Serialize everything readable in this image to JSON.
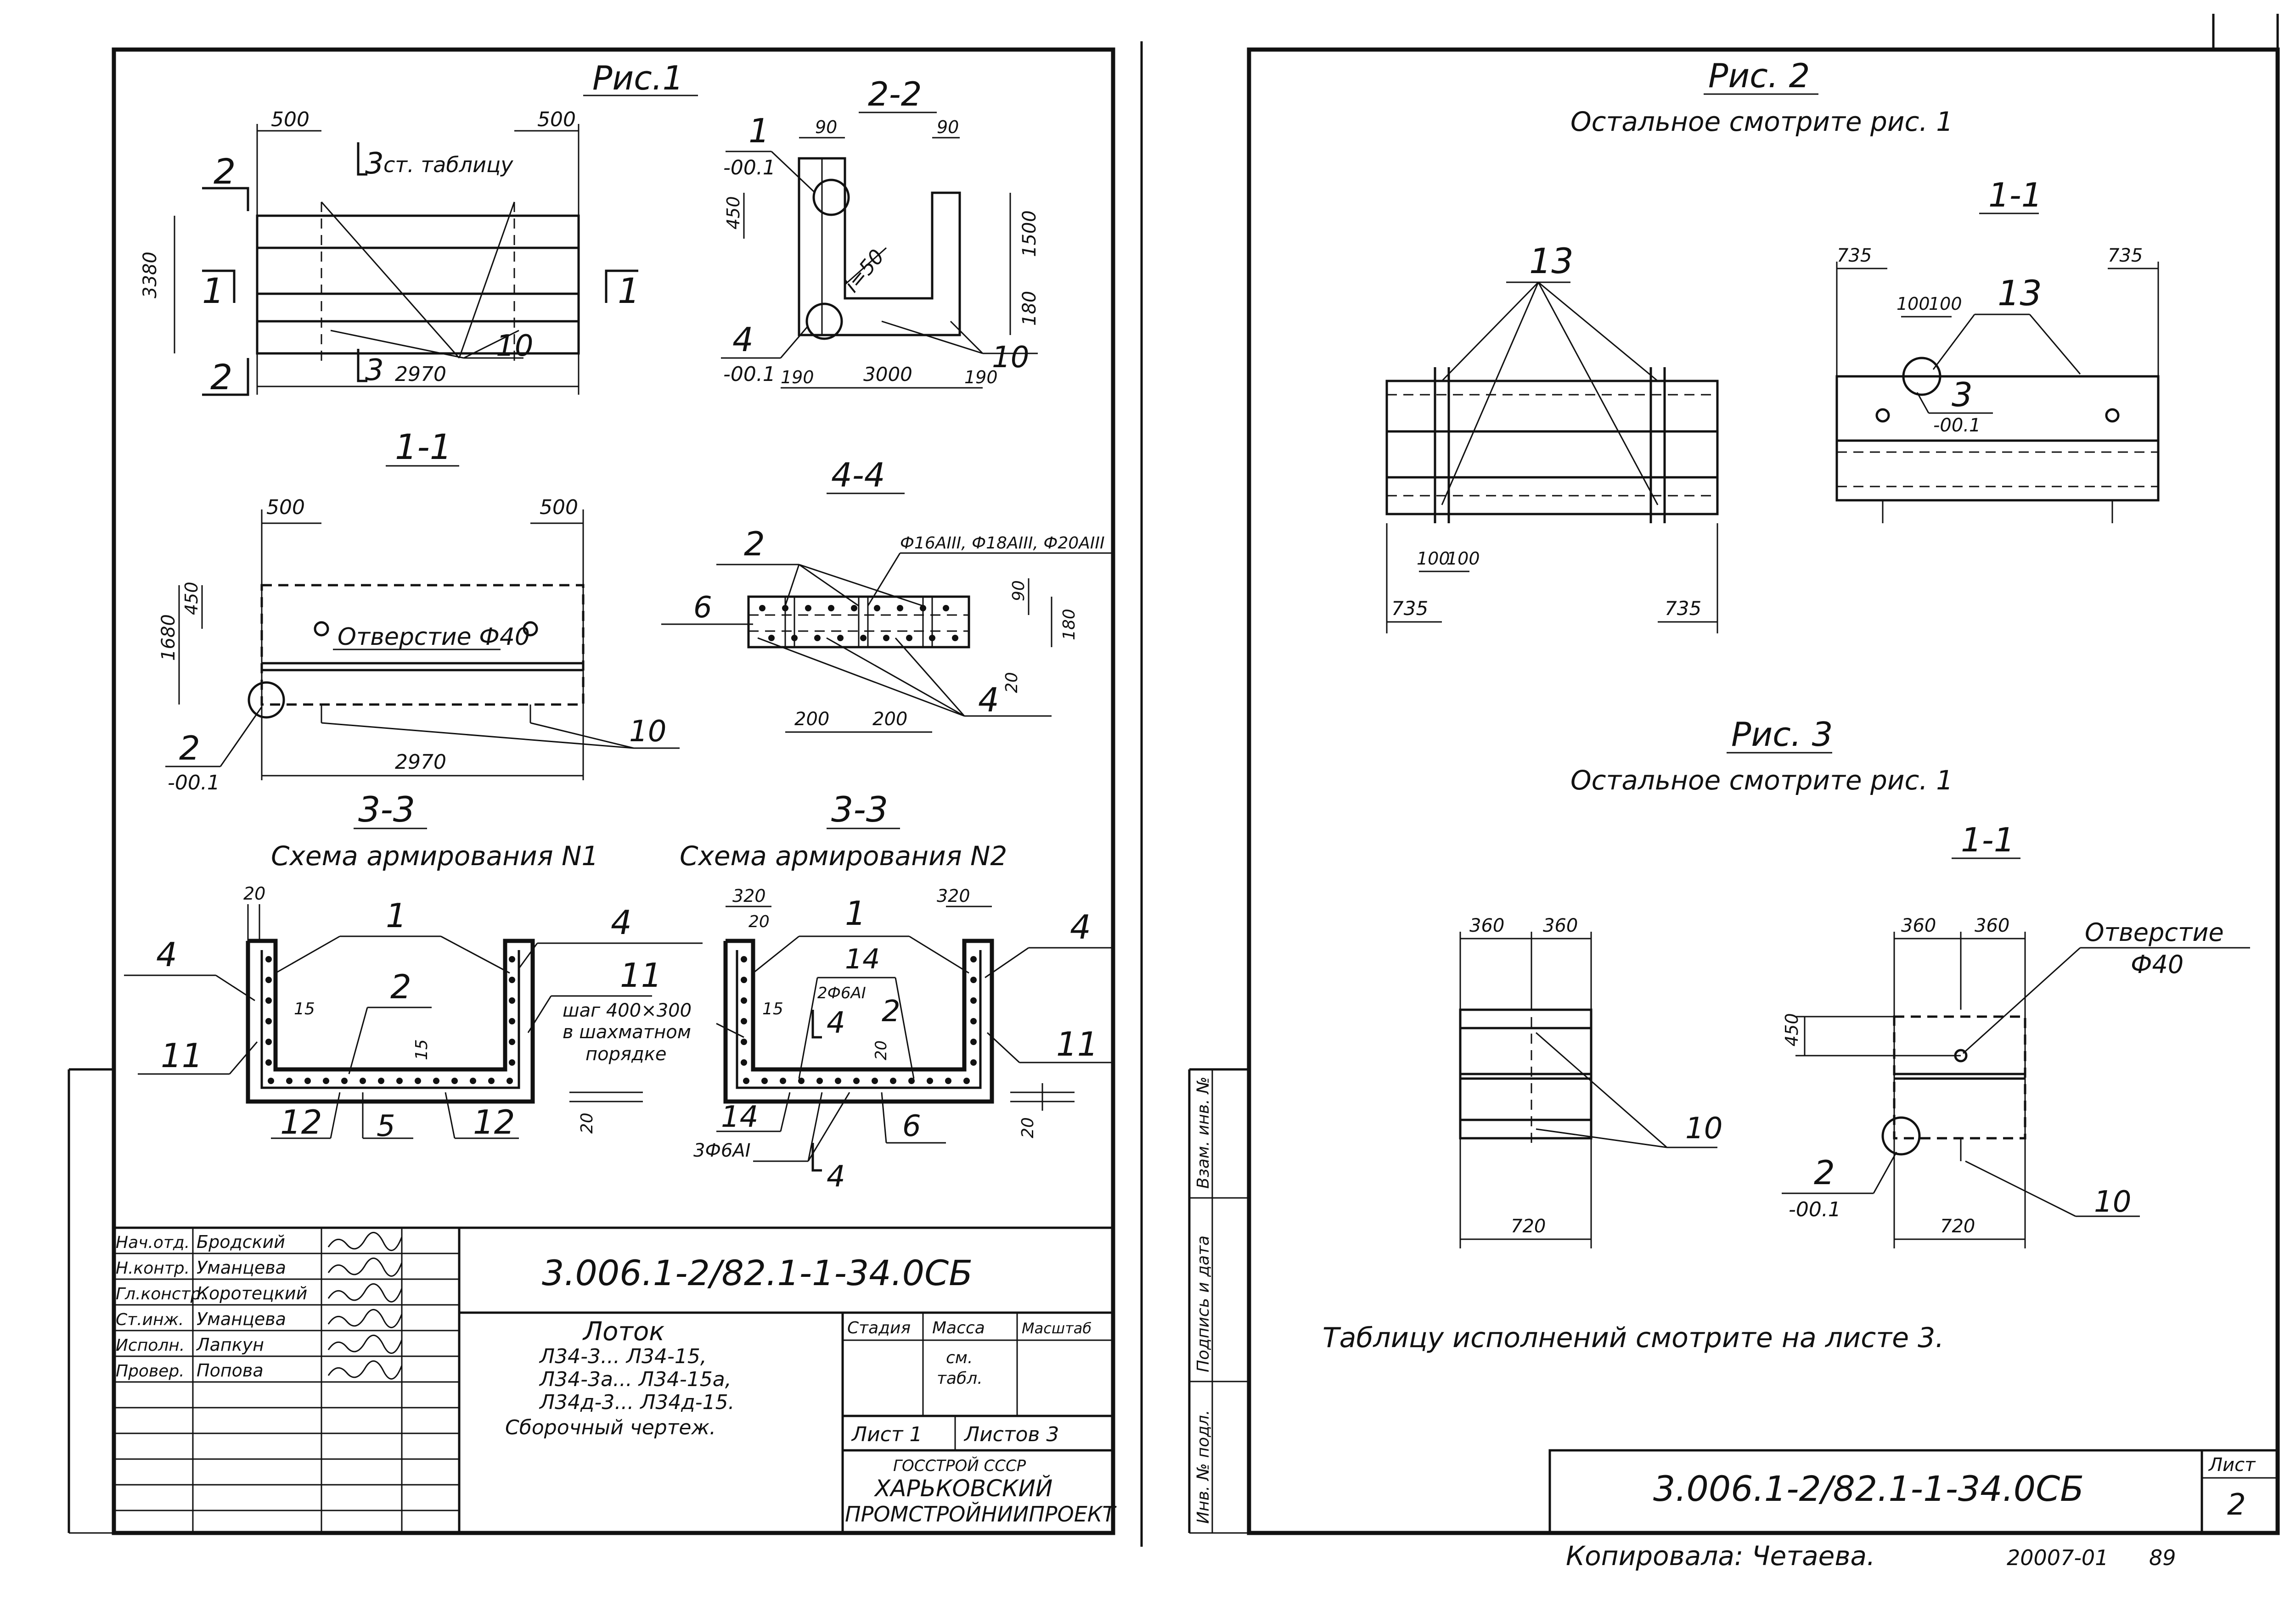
{
  "left": {
    "fig1": {
      "title": "Рис.1",
      "plan": {
        "dim_left": "500",
        "dim_right": "500",
        "dim_len": "2970",
        "dim_height": "3380",
        "sec2": "2",
        "sec1": "1",
        "sec3": "3",
        "ref_table": "ст. таблицу",
        "pos10": "10"
      },
      "s22": {
        "title": "2-2",
        "d90a": "90",
        "d90b": "90",
        "d450": "450",
        "d1500": "1500",
        "d180": "180",
        "d190a": "190",
        "d3000": "3000",
        "d190b": "190",
        "slope": "i=50",
        "pos1": "1",
        "lvl1": "-00.1",
        "pos4": "4",
        "lvl4": "-00.1",
        "pos10": "10"
      }
    },
    "s11": {
      "title": "1-1",
      "d500a": "500",
      "d500b": "500",
      "d450": "450",
      "d1680": "1680",
      "d2970": "2970",
      "hole": "Отверстие Ф40",
      "pos2": "2",
      "lvl2": "-00.1",
      "pos10": "10"
    },
    "s44": {
      "title": "4-4",
      "bars": "Ф16АIII, Ф18АIII, Ф20АIII",
      "pos2": "2",
      "pos6": "6",
      "pos4": "4",
      "d200a": "200",
      "d200b": "200",
      "d90": "90",
      "d180": "180",
      "d20": "20"
    },
    "s33a": {
      "title": "3-3",
      "subtitle": "Схема армирования N1",
      "d20": "20",
      "pos1": "1",
      "pos2": "2",
      "pos4": "4",
      "pos11": "11",
      "pos12a": "12",
      "pos5": "5",
      "pos12b": "12",
      "d15a": "15",
      "d15b": "15",
      "d20b": "20"
    },
    "s33b": {
      "title": "3-3",
      "subtitle": "Схема армирования N2",
      "d320a": "320",
      "d20": "20",
      "d320b": "320",
      "pos1": "1",
      "pos4a": "4",
      "pos4b": "4",
      "pos11a": "11",
      "pos11b": "11",
      "pos14a": "14",
      "pos14b": "14",
      "pos2": "2",
      "pos6": "6",
      "d15": "15",
      "d20b": "20",
      "d20c": "20",
      "mesh": "шаг 400×300",
      "mesh2": "в шахматном",
      "mesh3": "порядке",
      "bar1": "2Ф6АI",
      "bar2": "3Ф6АI",
      "cut": "4"
    }
  },
  "titleblock": {
    "rows": [
      {
        "role": "Нач.отд.",
        "name": "Бродский"
      },
      {
        "role": "Н.контр.",
        "name": "Уманцева"
      },
      {
        "role": "Гл.констр.",
        "name": "Коротецкий"
      },
      {
        "role": "Ст.инж.",
        "name": "Уманцева"
      },
      {
        "role": "Исполн.",
        "name": "Лапкун"
      },
      {
        "role": "Провер.",
        "name": "Попова"
      }
    ],
    "code": "3.006.1-2/82.1-1-34.0СБ",
    "name1": "Лоток",
    "name2": "Л34-3... Л34-15,",
    "name3": "Л34-3а... Л34-15а,",
    "name4": "Л34д-3... Л34д-15.",
    "name5": "Сборочный чертеж.",
    "stage": "Стадия",
    "mass": "Масса",
    "scale": "Масштаб",
    "mass_val1": "см.",
    "mass_val2": "табл.",
    "sheet": "Лист 1",
    "sheets": "Листов 3",
    "org1": "ГОССТРОЙ СССР",
    "org2": "ХАРЬКОВСКИЙ",
    "org3": "ПРОМСТРОЙНИИПРОЕКТ"
  },
  "right": {
    "fig2": {
      "title": "Рис. 2",
      "note": "Остальное смотрите рис. 1",
      "pos13": "13",
      "d100a": "100",
      "d100b": "100",
      "d735a": "735",
      "d735b": "735",
      "s11": {
        "title": "1-1",
        "d735a": "735",
        "d735b": "735",
        "d100a": "100",
        "d100b": "100",
        "pos13": "13",
        "pos3": "3",
        "lvl3": "-00.1"
      }
    },
    "fig3": {
      "title": "Рис. 3",
      "note": "Остальное смотрите рис. 1",
      "title11": "1-1",
      "a": {
        "d360a": "360",
        "d360b": "360",
        "d720": "720",
        "pos10": "10"
      },
      "b": {
        "d360a": "360",
        "d360b": "360",
        "d720": "720",
        "d450": "450",
        "hole1": "Отверстие",
        "hole2": "Ф40",
        "pos2": "2",
        "lvl2": "-00.1",
        "pos10": "10"
      }
    },
    "table_note": "Таблицу исполнений смотрите на листе 3.",
    "code": "3.006.1-2/82.1-1-34.0СБ",
    "sheet_label": "Лист",
    "sheet_num": "2",
    "side1": "Инв. № подл.",
    "side2": "Подпись и дата",
    "side3": "Взам. инв. №",
    "copied": "Копировала: Четаева.",
    "archive": "20007-01",
    "archive2": "89"
  }
}
